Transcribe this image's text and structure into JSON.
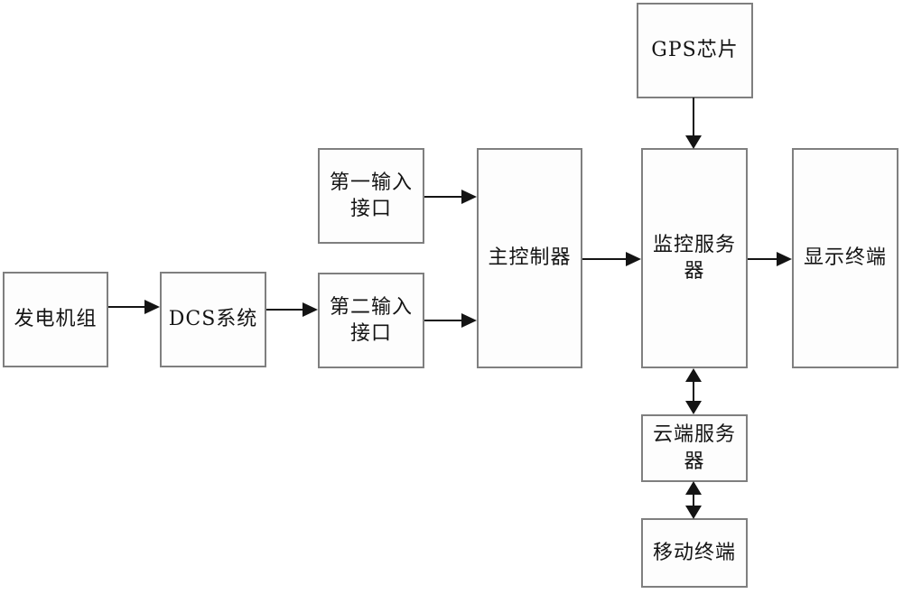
{
  "diagram": {
    "type": "block-diagram",
    "nodes": {
      "gps_chip": {
        "label": "GPS芯片"
      },
      "generator": {
        "label": "发电机组"
      },
      "dcs_system": {
        "label": "DCS系统"
      },
      "input_interface_1": {
        "label": "第一输入\n接口"
      },
      "input_interface_2": {
        "label": "第二输入\n接口"
      },
      "main_controller": {
        "label": "主控制器"
      },
      "monitoring_server": {
        "label": "监控服务\n器"
      },
      "display_terminal": {
        "label": "显示终端"
      },
      "cloud_server": {
        "label": "云端服务\n器"
      },
      "mobile_terminal": {
        "label": "移动终端"
      }
    },
    "edges": [
      {
        "from": "generator",
        "to": "dcs_system",
        "direction": "right"
      },
      {
        "from": "dcs_system",
        "to": "input_interface_2",
        "direction": "right"
      },
      {
        "from": "input_interface_1",
        "to": "main_controller",
        "direction": "right"
      },
      {
        "from": "input_interface_2",
        "to": "main_controller",
        "direction": "right"
      },
      {
        "from": "main_controller",
        "to": "monitoring_server",
        "direction": "right"
      },
      {
        "from": "gps_chip",
        "to": "monitoring_server",
        "direction": "down"
      },
      {
        "from": "monitoring_server",
        "to": "display_terminal",
        "direction": "right"
      },
      {
        "from": "monitoring_server",
        "to": "cloud_server",
        "direction": "bidirectional-vertical"
      },
      {
        "from": "cloud_server",
        "to": "mobile_terminal",
        "direction": "bidirectional-vertical"
      }
    ],
    "colors": {
      "background": "#ffffff",
      "box_border": "#7f7f7f",
      "box_fill": "#fdfdfd",
      "text": "#141414",
      "arrow": "#141414"
    }
  }
}
